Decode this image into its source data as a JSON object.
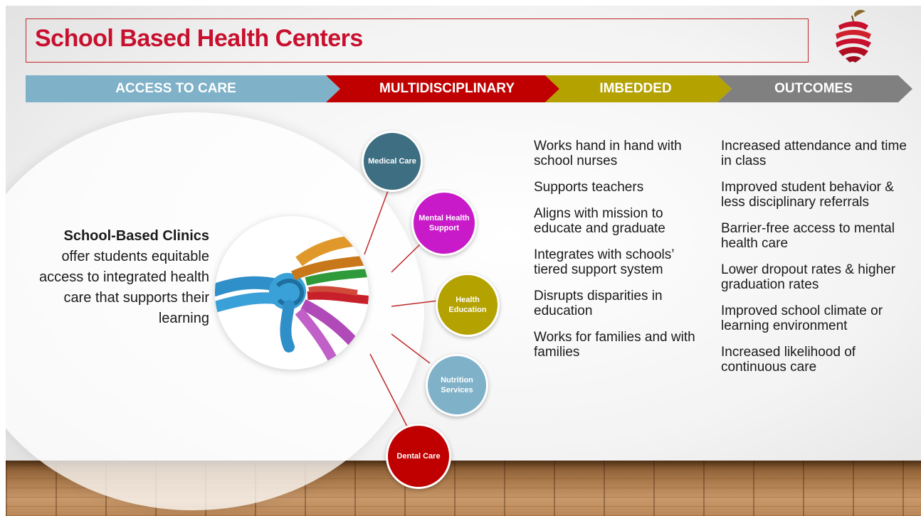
{
  "title": "School Based Health Centers",
  "colors": {
    "title_red": "#c8102e",
    "access_blue": "#7fb1c8",
    "multi_red": "#c00000",
    "imbedded_olive": "#b4a200",
    "outcomes_gray": "#808080"
  },
  "logo_icon": "apple-ribbon-logo-icon",
  "chevrons": [
    {
      "label": "ACCESS TO CARE"
    },
    {
      "label": "MULTIDISCIPLINARY"
    },
    {
      "label": "IMBEDDED"
    },
    {
      "label": "OUTCOMES"
    }
  ],
  "clinics": {
    "bold": "School-Based Clinics",
    "rest": "offer students equitable access to integrated health care that supports their learning"
  },
  "hub_icon": "knotted-ropes-image",
  "services": [
    {
      "label": "Medical Care"
    },
    {
      "label": "Mental Health Support"
    },
    {
      "label": "Health Education"
    },
    {
      "label": "Nutrition Services"
    },
    {
      "label": "Dental Care"
    }
  ],
  "imbedded": [
    "Works hand in hand with school nurses",
    "Supports teachers",
    "Aligns with mission to educate and graduate",
    "Integrates with schools’ tiered support system",
    "Disrupts disparities in education",
    "Works for families and with families"
  ],
  "outcomes": [
    "Increased attendance and time in class",
    "Improved student behavior & less disciplinary referrals",
    "Barrier-free access to mental health care",
    "Lower dropout rates & higher graduation rates",
    "Improved school climate or learning environment",
    "Increased likelihood of continuous care"
  ]
}
